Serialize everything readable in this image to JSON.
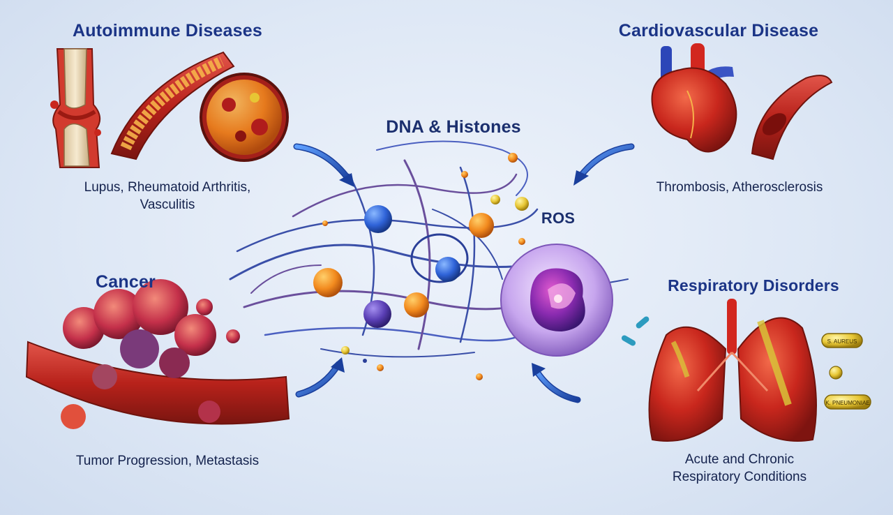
{
  "center": {
    "title": "DNA & Histones",
    "ros_label": "ROS"
  },
  "panels": {
    "autoimmune": {
      "title": "Autoimmune Diseases",
      "lines": [
        "Lupus, Rheumatoid Arthritis,",
        "Vasculitis"
      ]
    },
    "cardiovascular": {
      "title": "Cardiovascular Disease",
      "lines": [
        "Thrombosis, Atherosclerosis"
      ]
    },
    "cancer": {
      "title": "Cancer",
      "lines": [
        "Tumor Progression, Metastasis"
      ]
    },
    "respiratory": {
      "title": "Respiratory Disorders",
      "lines": [
        "Acute and Chronic",
        "Respiratory Conditions"
      ],
      "tags": [
        "S. AUREUS",
        "K. PNEUMONIAE"
      ]
    }
  },
  "colors": {
    "title_blue": "#1b3486",
    "arrow_blue": "#1f4fb0",
    "tissue_red": "#c8261e",
    "fiber_blue": "#3a4fa8",
    "fiber_purple": "#6a4f9c"
  }
}
